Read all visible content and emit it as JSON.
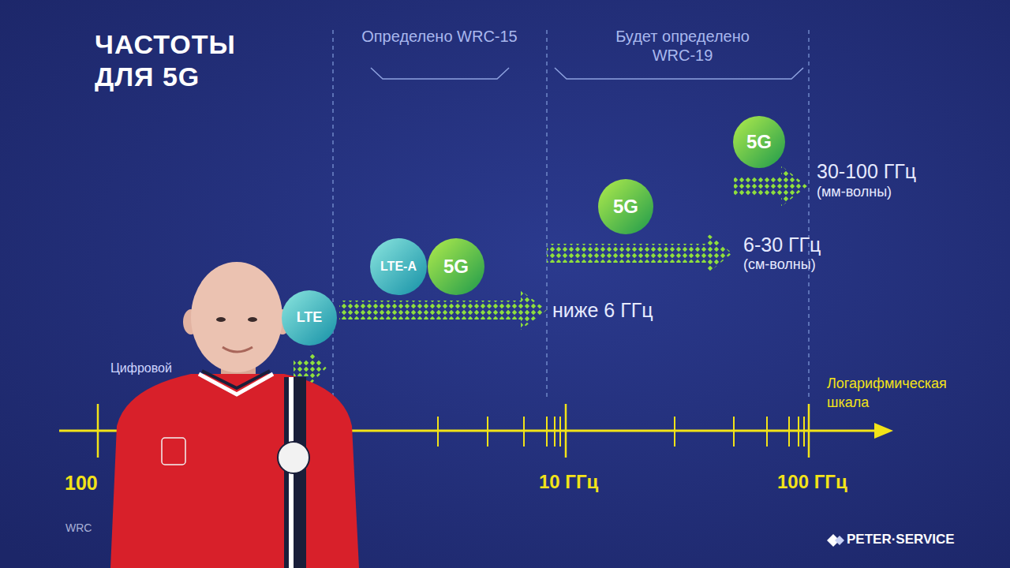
{
  "diagram": {
    "title": "ЧАСТОТЫ ДЛЯ 5G",
    "nodes": [
      {
        "text": [
          "5G"
        ]
      },
      {
        "text": [
          "5G"
        ]
      },
      {
        "text": [
          "LTE-A"
        ]
      },
      {
        "text": [
          "5G"
        ]
      },
      {
        "text": [
          "LTE"
        ]
      }
    ],
    "labels": [
      "Определено WRC-15",
      "Будет определено WRC-19",
      "30-100 ГГц",
      "(мм-волны)",
      "6-30 ГГц",
      "(см-волны)",
      "ниже 6 ГГц",
      "Цифровой",
      "Логарифмическая шкала",
      "100",
      "10 ГГц",
      "100 ГГц",
      "WRC",
      "PETER·SERVICE"
    ]
  }
}
